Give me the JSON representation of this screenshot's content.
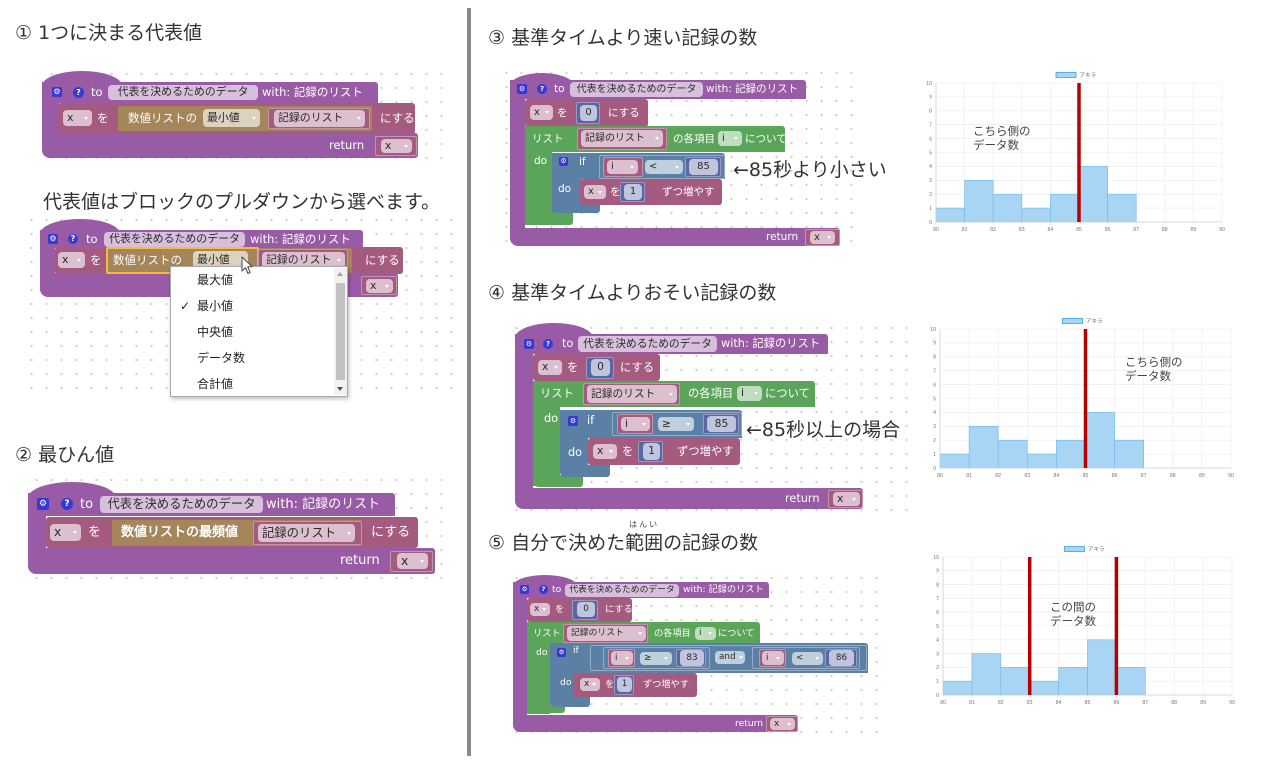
{
  "icons": {
    "gear": "⚙",
    "help": "?"
  },
  "common": {
    "to": "to",
    "func_name": "代表を決めるためのデータ",
    "with_param": "with: 記録のリスト",
    "var_x": "x",
    "var_i": "i",
    "wo": "を",
    "set_suffix": "にする",
    "list_var": "記録のリスト",
    "return": "return",
    "loop_prefix": "リスト",
    "loop_each": "の各項目",
    "loop_suffix": "について",
    "do": "do",
    "if": "if",
    "change_suffix": "ずつ増やす"
  },
  "section1": {
    "heading": "① 1つに決まる代表値",
    "caption": "代表値はブロックのプルダウンから選べます。",
    "block_a": {
      "stat_label": "数値リストの",
      "stat_value": "最小値"
    },
    "block_b": {
      "stat_label": "数値リストの",
      "stat_value": "最小値",
      "dropdown": {
        "options": [
          {
            "label": "最大値",
            "mark": ""
          },
          {
            "label": "最小値",
            "mark": "✓"
          },
          {
            "label": "中央値",
            "mark": ""
          },
          {
            "label": "データ数",
            "mark": ""
          },
          {
            "label": "合計値",
            "mark": ""
          }
        ]
      }
    }
  },
  "section2": {
    "heading": "② 最ひん値",
    "block": {
      "stat_label": "数値リストの最頻値"
    }
  },
  "section3": {
    "heading": "③ 基準タイムより速い記録の数",
    "block": {
      "init_value": "0",
      "operator": "<",
      "threshold": "85",
      "step": "1"
    },
    "annotation": "←85秒より小さい"
  },
  "section4": {
    "heading": "④ 基準タイムよりおそい記録の数",
    "block": {
      "init_value": "0",
      "operator": "≥",
      "threshold": "85",
      "step": "1"
    },
    "annotation": "←85秒以上の場合"
  },
  "section5": {
    "heading_prefix": "⑤ 自分で決めた",
    "heading_ruby_base": "範囲",
    "heading_ruby": "はんい",
    "heading_suffix": "の記録の数",
    "block": {
      "init_value": "0",
      "lower_operator": "≥",
      "lower": "83",
      "logic": "and",
      "upper_operator": "<",
      "upper": "86",
      "step": "1"
    }
  },
  "chart_data": [
    {
      "type": "bar",
      "title": "",
      "xlabel": "",
      "ylabel": "",
      "legend": {
        "entries": [
          "アキラ"
        ],
        "position": "top"
      },
      "x": [
        80,
        81,
        82,
        83,
        84,
        85,
        86,
        87,
        88,
        89
      ],
      "bin_width": 1,
      "series": [
        {
          "name": "アキラ",
          "values": [
            1,
            3,
            2,
            1,
            2,
            4,
            2,
            0,
            0,
            0
          ]
        }
      ],
      "xticks": [
        80,
        81,
        82,
        83,
        84,
        85,
        86,
        87,
        88,
        89,
        90
      ],
      "yticks": [
        0,
        1,
        2,
        3,
        4,
        5,
        6,
        7,
        8,
        9,
        10
      ],
      "xlim": [
        80,
        90
      ],
      "ylim": [
        0,
        10
      ],
      "grid": true,
      "reference_lines": [
        85
      ],
      "annotation": [
        "こちら側の",
        "データ数"
      ],
      "colors": {
        "bar": "#a9d5f5",
        "bar_border": "#6fb6ea",
        "legend_border": "#36a2eb",
        "reference_line": "#b80000"
      }
    },
    {
      "type": "bar",
      "title": "",
      "xlabel": "",
      "ylabel": "",
      "legend": {
        "entries": [
          "アキラ"
        ],
        "position": "top"
      },
      "x": [
        80,
        81,
        82,
        83,
        84,
        85,
        86,
        87,
        88,
        89
      ],
      "bin_width": 1,
      "series": [
        {
          "name": "アキラ",
          "values": [
            1,
            3,
            2,
            1,
            2,
            4,
            2,
            0,
            0,
            0
          ]
        }
      ],
      "xticks": [
        80,
        81,
        82,
        83,
        84,
        85,
        86,
        87,
        88,
        89,
        90
      ],
      "yticks": [
        0,
        1,
        2,
        3,
        4,
        5,
        6,
        7,
        8,
        9,
        10
      ],
      "xlim": [
        80,
        90
      ],
      "ylim": [
        0,
        10
      ],
      "grid": true,
      "reference_lines": [
        85
      ],
      "annotation": [
        "こちら側の",
        "データ数"
      ],
      "colors": {
        "bar": "#a9d5f5",
        "bar_border": "#6fb6ea",
        "legend_border": "#36a2eb",
        "reference_line": "#b80000"
      }
    },
    {
      "type": "bar",
      "title": "",
      "xlabel": "",
      "ylabel": "",
      "legend": {
        "entries": [
          "アキラ"
        ],
        "position": "top"
      },
      "x": [
        80,
        81,
        82,
        83,
        84,
        85,
        86,
        87,
        88,
        89
      ],
      "bin_width": 1,
      "series": [
        {
          "name": "アキラ",
          "values": [
            1,
            3,
            2,
            1,
            2,
            4,
            2,
            0,
            0,
            0
          ]
        }
      ],
      "xticks": [
        80,
        81,
        82,
        83,
        84,
        85,
        86,
        87,
        88,
        89,
        90
      ],
      "yticks": [
        0,
        1,
        2,
        3,
        4,
        5,
        6,
        7,
        8,
        9,
        10
      ],
      "xlim": [
        80,
        90
      ],
      "ylim": [
        0,
        10
      ],
      "grid": true,
      "reference_lines": [
        83,
        86
      ],
      "annotation": [
        "この間の",
        "データ数"
      ],
      "colors": {
        "bar": "#a9d5f5",
        "bar_border": "#6fb6ea",
        "legend_border": "#36a2eb",
        "reference_line": "#b80000"
      }
    }
  ]
}
